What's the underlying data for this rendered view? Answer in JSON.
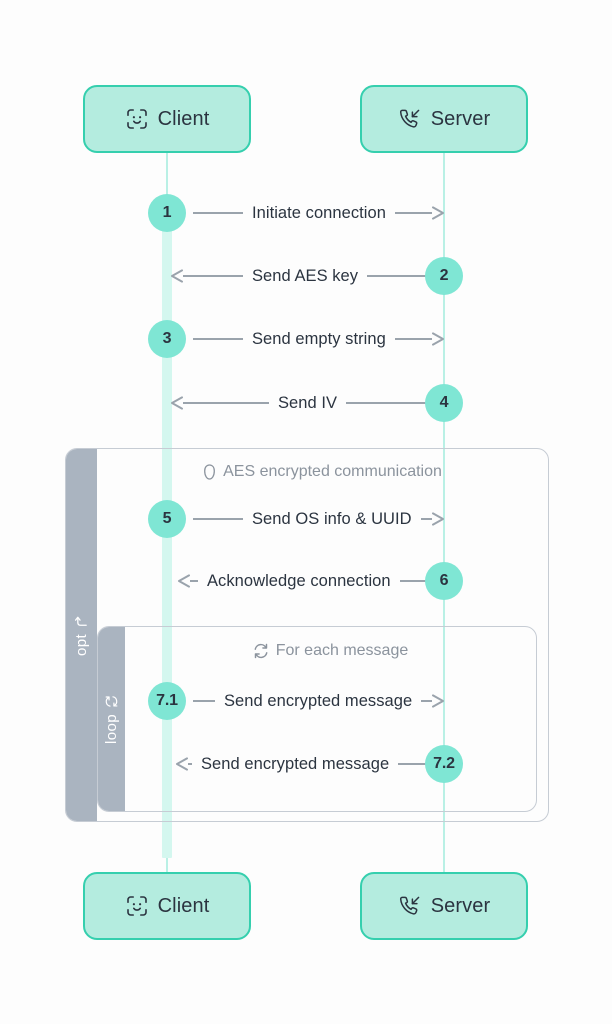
{
  "diagram": {
    "type": "sequence-diagram",
    "background_color": "#fdfdfd",
    "accent_color": "#7fe6d4",
    "participant_fill": "#b4ecdf",
    "participant_border": "#35cfae",
    "lifeline_color": "#b9f0e5",
    "arrow_color": "#9aa3ac",
    "text_color": "#2b3440",
    "fragment_band_color": "#aab4c0",
    "fragment_border_color": "#c6ccd4",
    "fragment_title_color": "#8b939d"
  },
  "participants": {
    "top": [
      {
        "id": "client",
        "label": "Client",
        "icon": "face-id-icon"
      },
      {
        "id": "server",
        "label": "Server",
        "icon": "incoming-call-icon"
      }
    ],
    "bottom": [
      {
        "id": "client",
        "label": "Client",
        "icon": "face-id-icon"
      },
      {
        "id": "server",
        "label": "Server",
        "icon": "incoming-call-icon"
      }
    ]
  },
  "fragments": [
    {
      "id": "opt",
      "kind_label": "opt",
      "kind_icon": "branch-arrow-icon",
      "title": "AES encrypted communication",
      "title_icon": "shield-outline-icon"
    },
    {
      "id": "loop",
      "kind_label": "loop",
      "kind_icon": "refresh-cycle-icon",
      "title": "For each message",
      "title_icon": "refresh-cycle-icon"
    }
  ],
  "messages": [
    {
      "number": "1",
      "text": "Initiate connection",
      "direction": "right",
      "from": "client",
      "to": "server"
    },
    {
      "number": "2",
      "text": "Send AES key",
      "direction": "left",
      "from": "server",
      "to": "client"
    },
    {
      "number": "3",
      "text": "Send empty string",
      "direction": "right",
      "from": "client",
      "to": "server"
    },
    {
      "number": "4",
      "text": "Send IV",
      "direction": "left",
      "from": "server",
      "to": "client"
    },
    {
      "number": "5",
      "text": "Send OS info & UUID",
      "direction": "right",
      "from": "client",
      "to": "server"
    },
    {
      "number": "6",
      "text": "Acknowledge connection",
      "direction": "left",
      "from": "server",
      "to": "client"
    },
    {
      "number": "7.1",
      "text": "Send encrypted message",
      "direction": "right",
      "from": "client",
      "to": "server"
    },
    {
      "number": "7.2",
      "text": "Send encrypted message",
      "direction": "left",
      "from": "server",
      "to": "client"
    }
  ]
}
